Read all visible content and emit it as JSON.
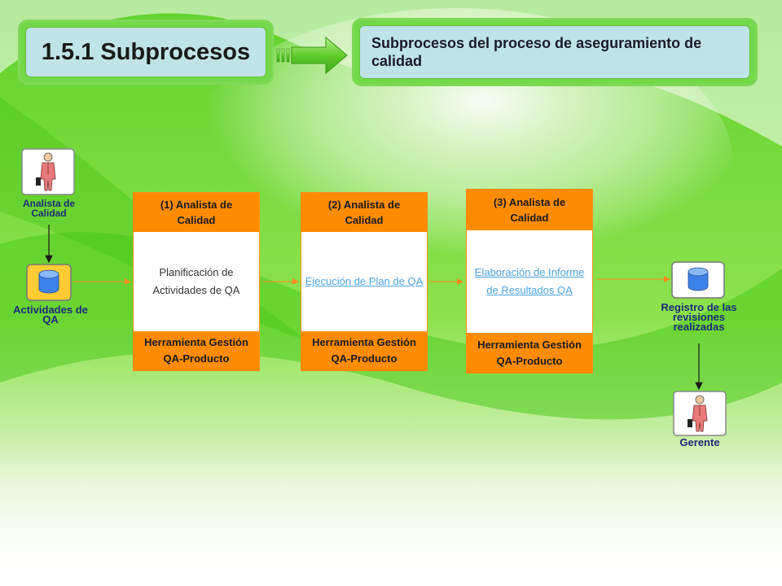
{
  "slide": {
    "title": "1.5.1 Subprocesos",
    "subtitle": "Subprocesos del proceso de aseguramiento de calidad"
  },
  "actors": {
    "analista": "Analista de Calidad",
    "actividades": "Actividades de QA",
    "registro": "Registro de las revisiones realizadas",
    "gerente": "Gerente"
  },
  "processes": [
    {
      "header": "(1) Analista de Calidad",
      "body": "Planificación de Actividades de QA",
      "footer": "Herramienta Gestión QA-Producto"
    },
    {
      "header": "(2) Analista de Calidad",
      "body": "Ejecución de Plan de QA",
      "footer": "Herramienta Gestión QA-Producto"
    },
    {
      "header": "(3) Analista de Calidad",
      "body": "Elaboración de Informe de Resultados QA",
      "footer": "Herramienta Gestión QA-Producto"
    }
  ],
  "colors": {
    "green_accent": "#7ed957",
    "orange": "#ff8c00",
    "link_blue": "#4aa3df",
    "label_navy": "#1e2a78"
  },
  "icons": {
    "person": "person-icon",
    "database": "database-icon",
    "arrow": "arrow-right-icon"
  }
}
